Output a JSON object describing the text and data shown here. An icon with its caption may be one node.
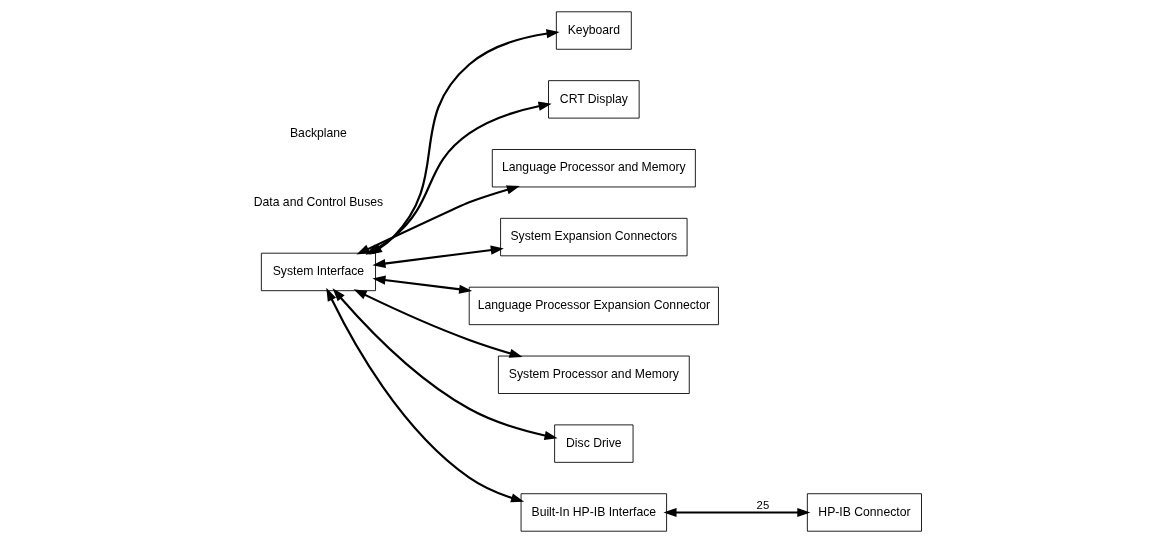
{
  "diagram": {
    "nodes": [
      {
        "text": [
          "Keyboard"
        ]
      },
      {
        "text": [
          "CRT Display"
        ]
      },
      {
        "text": [
          "Language Processor and Memory"
        ]
      },
      {
        "text": [
          "System Expansion Connectors"
        ]
      },
      {
        "text": [
          "System Interface"
        ]
      },
      {
        "text": [
          "Language Processor Expansion Connector"
        ]
      },
      {
        "text": [
          "System Processor and Memory"
        ]
      },
      {
        "text": [
          "Disc Drive"
        ]
      },
      {
        "text": [
          "Built-In HP-IB Interface"
        ]
      },
      {
        "text": [
          "HP-IB Connector"
        ]
      }
    ],
    "edges": [
      {
        "from": 4,
        "to": 0,
        "arrow": "both"
      },
      {
        "from": 4,
        "to": 3,
        "arrow": "both"
      },
      {
        "from": 4,
        "to": 6,
        "arrow": "both"
      },
      {
        "from": 4,
        "to": 1,
        "arrow": "both"
      },
      {
        "from": 4,
        "to": 7,
        "arrow": "both"
      },
      {
        "from": 4,
        "to": 2,
        "arrow": "both"
      },
      {
        "from": 4,
        "to": 5,
        "arrow": "both"
      },
      {
        "from": 4,
        "to": 8,
        "arrow": "both"
      },
      {
        "from": 8,
        "to": 9,
        "arrow": "both",
        "label": "25"
      }
    ],
    "labels": [
      "Data and Control Buses",
      "Backplane"
    ]
  }
}
